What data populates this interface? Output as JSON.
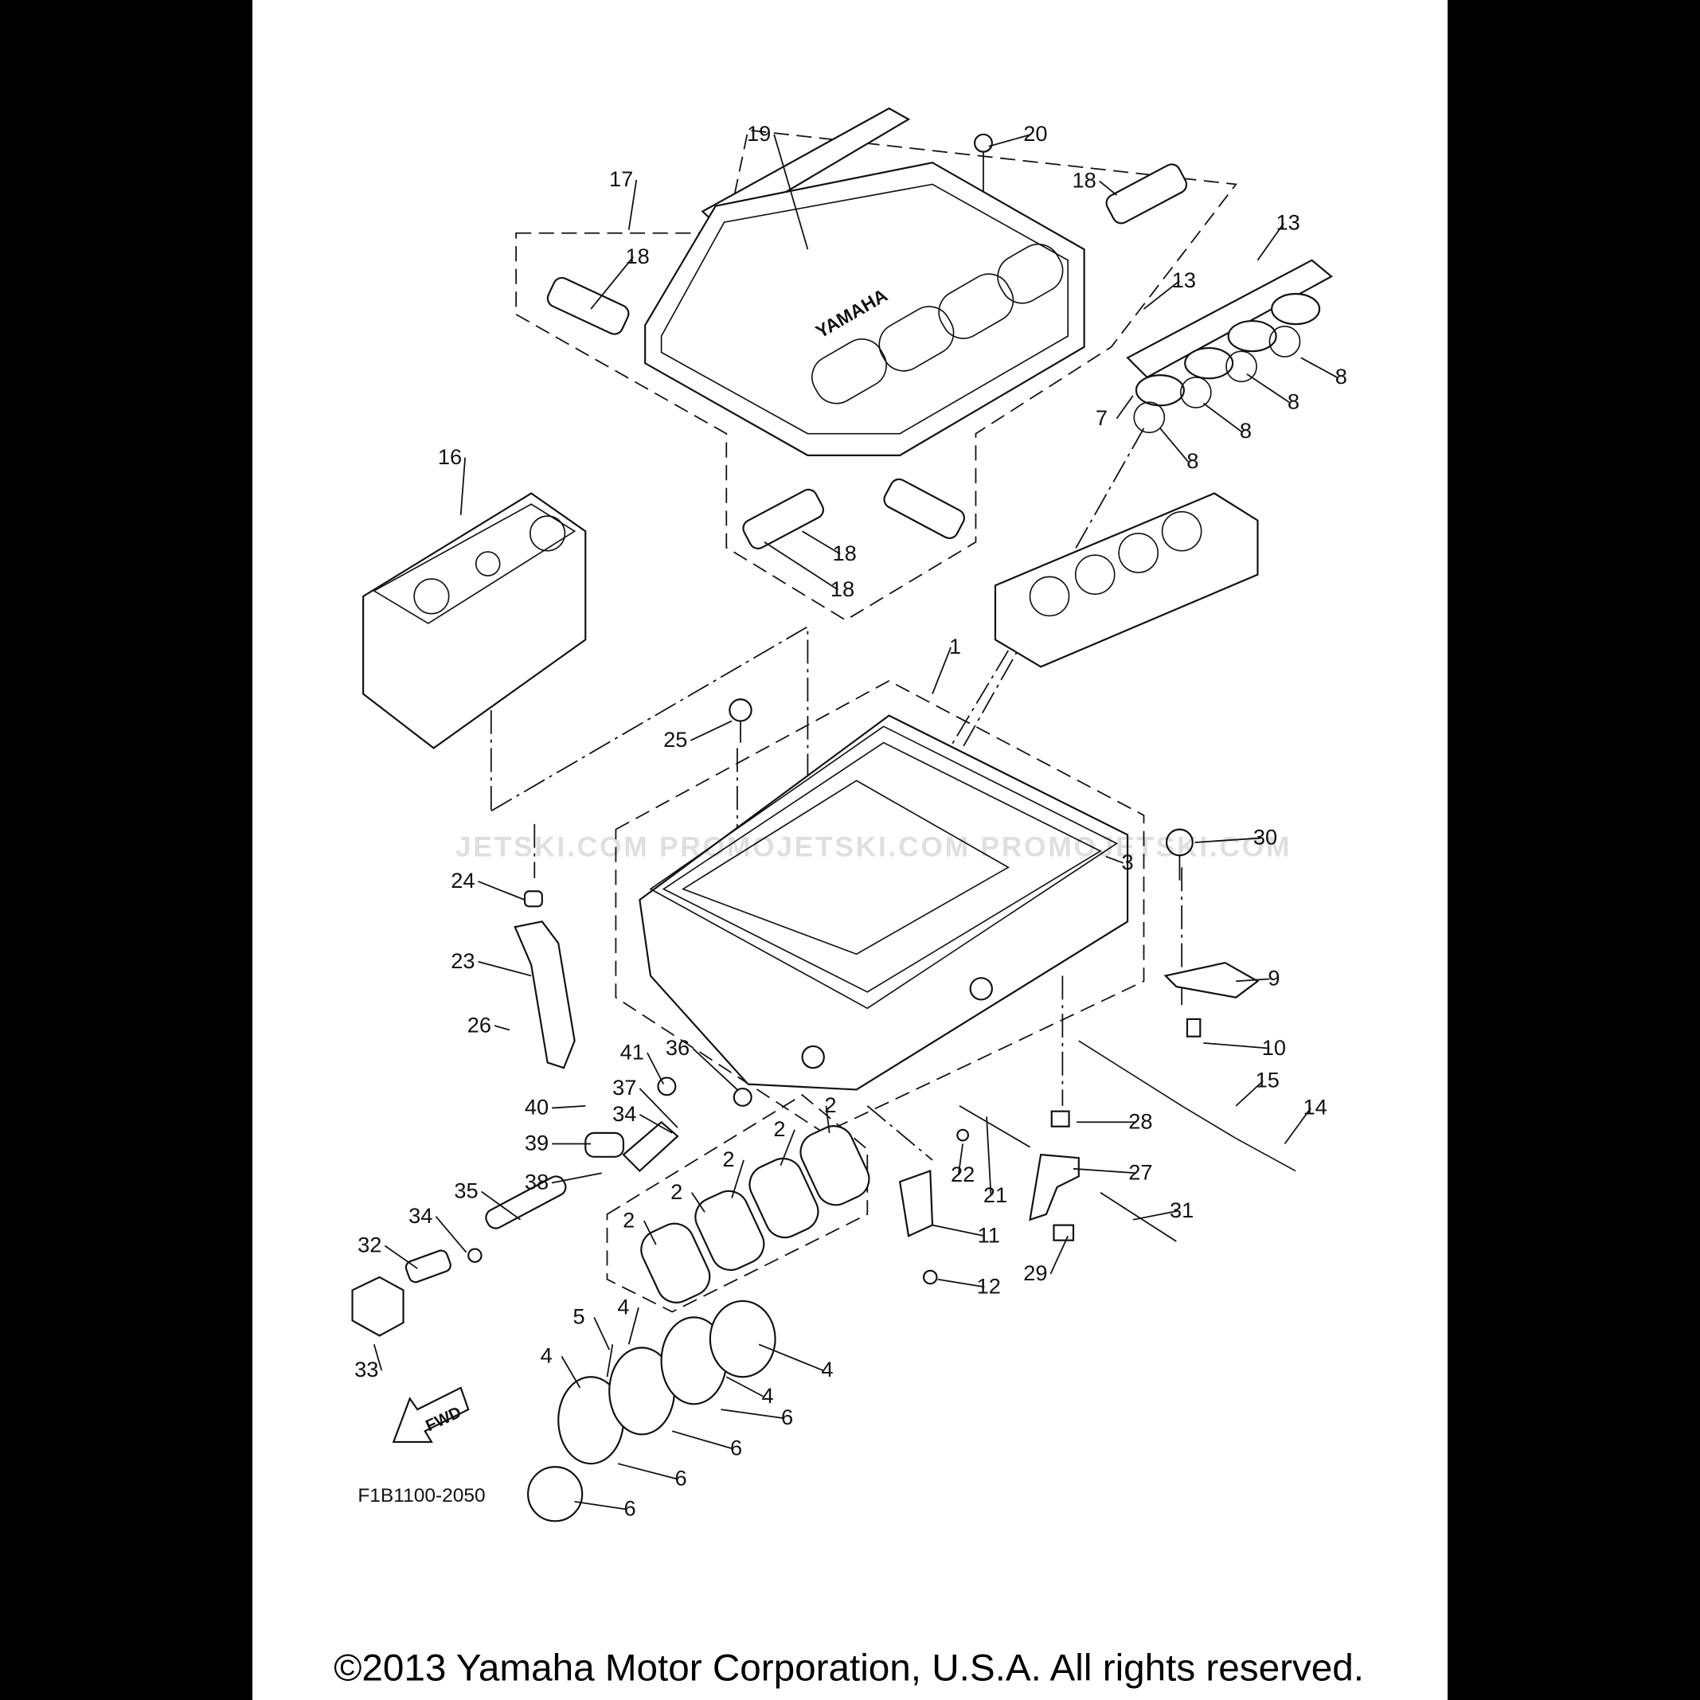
{
  "diagram": {
    "code": "F1B1100-2050",
    "fwd_arrow": "FWD",
    "cover_logo": "YAMAHA",
    "watermark": "JETSKI.COM  PROMOJETSKI.COM  PROMOJETSKI.COM",
    "callouts": [
      "19",
      "20",
      "17",
      "18",
      "13",
      "18",
      "13",
      "8",
      "7",
      "8",
      "8",
      "8",
      "16",
      "18",
      "18",
      "1",
      "25",
      "30",
      "3",
      "24",
      "23",
      "9",
      "26",
      "10",
      "41",
      "36",
      "15",
      "40",
      "37",
      "34",
      "14",
      "2",
      "28",
      "39",
      "2",
      "22",
      "38",
      "27",
      "35",
      "2",
      "21",
      "2",
      "34",
      "31",
      "11",
      "2",
      "32",
      "29",
      "12",
      "5",
      "4",
      "4",
      "4",
      "33",
      "4",
      "6",
      "6",
      "6",
      "6"
    ]
  },
  "footer": {
    "copyright": "©2013 Yamaha Motor Corporation, U.S.A. All rights reserved."
  }
}
